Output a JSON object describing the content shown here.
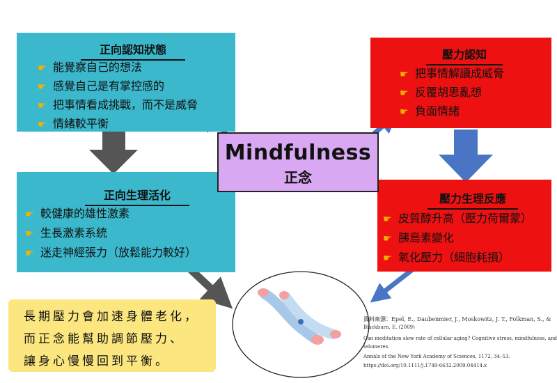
{
  "center": {
    "title_en": "Mindfulness",
    "title_zh": "正念"
  },
  "positive_cognition": {
    "title": "正向認知狀態",
    "items": [
      "能覺察自己的想法",
      "感覺自己是有掌控感的",
      "把事情看成挑戰，而不是威脅",
      "情緒較平衡"
    ]
  },
  "positive_physiology": {
    "title": "正向生理活化",
    "items": [
      "較健康的雄性激素",
      "生長激素系統",
      "迷走神經張力（放鬆能力較好）"
    ]
  },
  "stress_cognition": {
    "title": "壓力認知",
    "items": [
      "把事情解讀成威脅",
      "反覆胡思亂想",
      "負面情緒"
    ]
  },
  "stress_physiology": {
    "title": "壓力生理反應",
    "items": [
      "皮質醇升高（壓力荷爾蒙）",
      "胰島素變化",
      "氧化壓力（細胞耗損）"
    ]
  },
  "note": {
    "lines": [
      "長期壓力會加速身體老化，",
      "而正念能幫助調節壓力、",
      "讓身心慢慢回到平衡。"
    ]
  },
  "citation": {
    "lines": [
      "資料來源：Epel, E., Daubenmier, J., Moskowitz, J. T., Folkman, S., &",
      "Blackburn, E. (2009)",
      "Can meditation slow rate of cellular aging? Cognitive stress, mindfulness, and",
      "telomeres.",
      "Annals of the New York Academy of Sciences, 1172, 34–53.",
      "https://doi.org/10.1111/j.1749-6632.2009.04414.x"
    ]
  },
  "colors": {
    "teal": "#3bb8cc",
    "red": "#ee1111",
    "purple": "#d9a8f2",
    "note": "#fbe680",
    "gray_arrow": "#555555",
    "blue_arrow": "#4a74c4"
  }
}
